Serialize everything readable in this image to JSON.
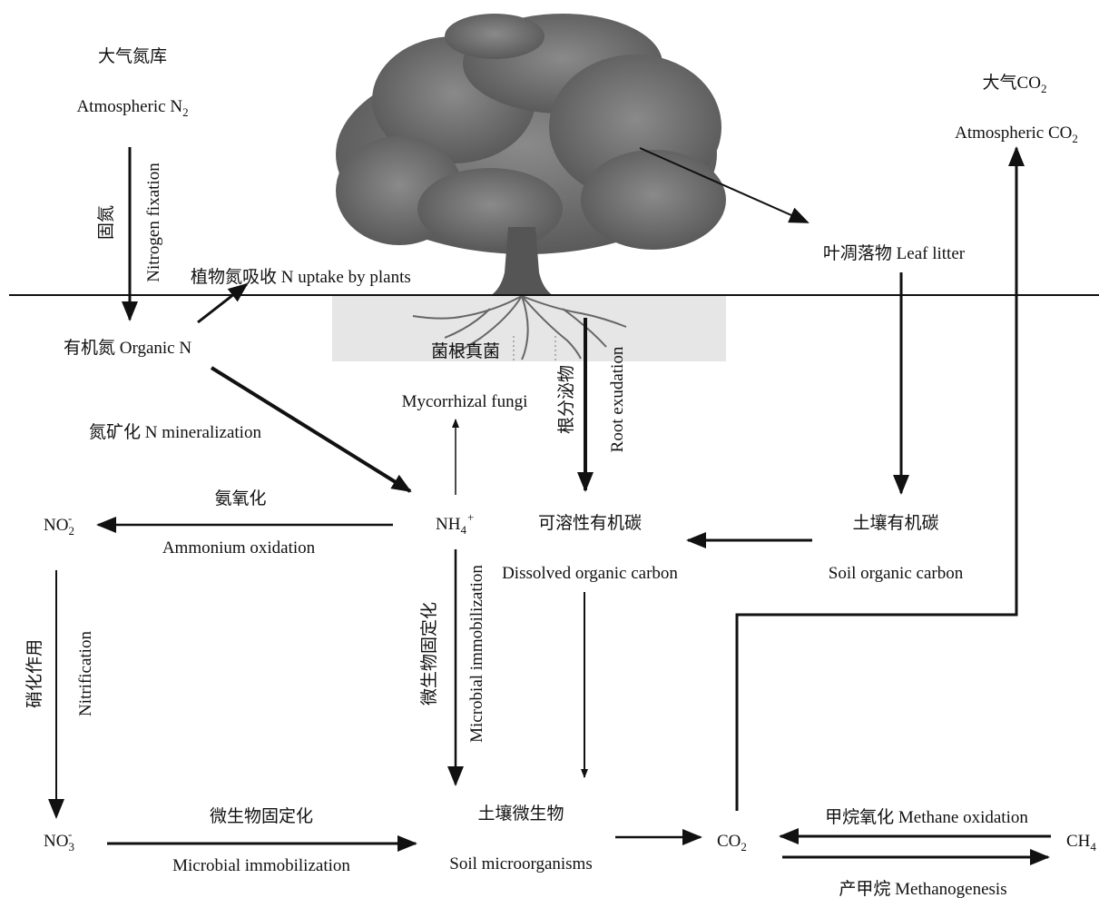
{
  "atmosphere_n": {
    "title_cn": "大气氮库",
    "title_en_prefix": "Atmospheric N",
    "title_en_sub": "2"
  },
  "atmosphere_co2": {
    "title_cn_prefix": "大气CO",
    "title_cn_sub": "2",
    "title_en_prefix": "Atmospheric CO",
    "title_en_sub": "2"
  },
  "fixation": {
    "cn": "固氮",
    "en": "Nitrogen fixation"
  },
  "plant_uptake": {
    "label": "植物氮吸收 N uptake by plants"
  },
  "organic_n": {
    "label": "有机氮 Organic N"
  },
  "mineralization": {
    "label": "氮矿化 N mineralization"
  },
  "mycorrhiza": {
    "cn": "菌根真菌",
    "en": "Mycorrhizal fungi"
  },
  "root_exudation": {
    "cn": "根分泌物",
    "en": "Root exudation"
  },
  "leaf_litter": {
    "label": "叶凋落物 Leaf litter"
  },
  "ammonium_oxidation": {
    "cn": "氨氧化",
    "en": "Ammonium oxidation"
  },
  "no2": {
    "prefix": "NO",
    "sub": "2",
    "sup": "-"
  },
  "nh4": {
    "prefix": "NH",
    "sub": "4",
    "sup": "+"
  },
  "no3": {
    "prefix": "NO",
    "sub": "3",
    "sup": "-"
  },
  "ch4": {
    "prefix": "CH",
    "sub": "4"
  },
  "co2": {
    "prefix": "CO",
    "sub": "2"
  },
  "doc": {
    "cn": "可溶性有机碳",
    "en": "Dissolved organic carbon"
  },
  "soc": {
    "cn": "土壤有机碳",
    "en": "Soil organic carbon"
  },
  "nitrification": {
    "cn": "硝化作用",
    "en": "Nitrification"
  },
  "microbial_immob_vertical": {
    "cn": "微生物固定化",
    "en": "Microbial immobilization"
  },
  "microbial_immob_bottom": {
    "cn": "微生物固定化",
    "en": "Microbial immobilization"
  },
  "soil_microbes": {
    "cn": "土壤微生物",
    "en": "Soil microorganisms"
  },
  "methane_oxidation": {
    "label": "甲烷氧化 Methane oxidation"
  },
  "methanogenesis": {
    "label": "产甲烷 Methanogenesis"
  },
  "colors": {
    "ink": "#111111",
    "tree_canopy": "#6f6f6f",
    "trunk": "#555555",
    "root_zone": "#e6e6e6"
  }
}
